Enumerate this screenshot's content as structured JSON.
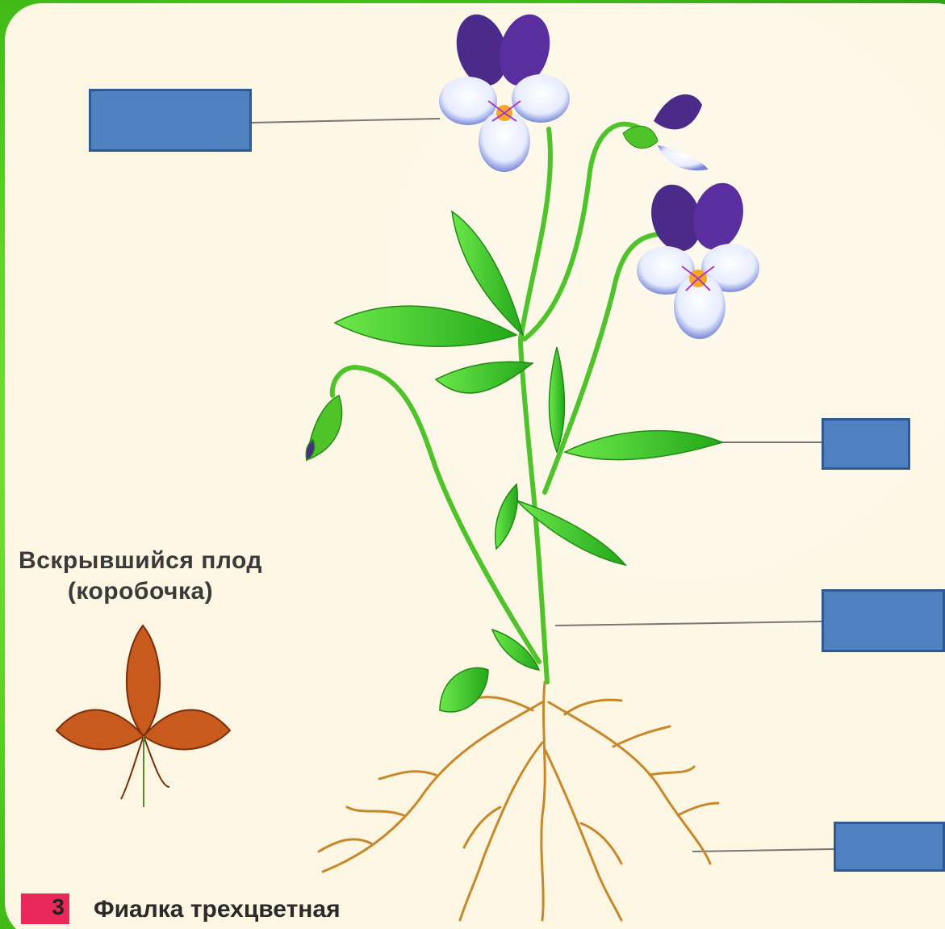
{
  "figure": {
    "number": "3",
    "title": "Фиалка трехцветная"
  },
  "fruit": {
    "caption_line1": "Вскрывшийся плод",
    "caption_line2": "(коробочка)"
  },
  "labels": {
    "flower": "",
    "leaf": "",
    "stem": "",
    "root": ""
  },
  "colors": {
    "label_fill": "#4f80bf",
    "label_border": "#2f5a91",
    "leaf_green": "#3fd12a",
    "petal_purple": "#4b2a8a",
    "root_brown": "#c8882a",
    "background_green": "#5fcf2a"
  }
}
